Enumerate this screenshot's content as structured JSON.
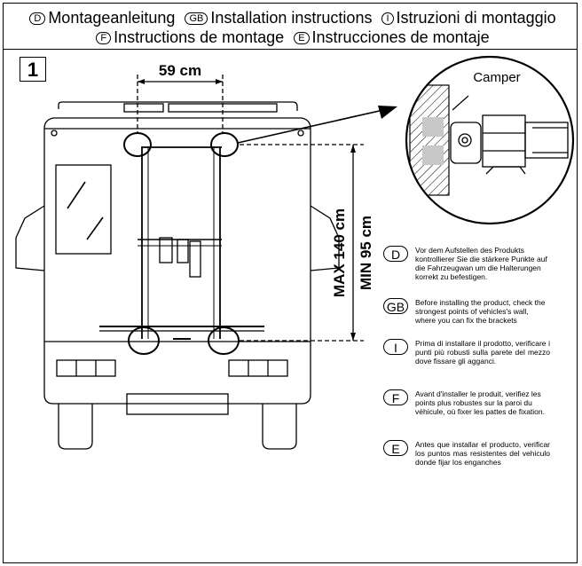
{
  "header": {
    "line1": [
      {
        "code": "D",
        "text": "Montageanleitung"
      },
      {
        "code": "GB",
        "text": "Installation instructions"
      },
      {
        "code": "I",
        "text": "Istruzioni di montaggio"
      }
    ],
    "line2": [
      {
        "code": "F",
        "text": "Instructions de montage"
      },
      {
        "code": "E",
        "text": "Instrucciones de montaje"
      }
    ]
  },
  "step": {
    "number": "1"
  },
  "dimensions": {
    "width_label": "59 cm",
    "max_label": "MAX 140 cm",
    "min_label": "MIN 95 cm"
  },
  "detail": {
    "label": "Camper"
  },
  "instructions": [
    {
      "code": "D",
      "text": "Vor dem Aufstellen des Produkts kontrollierer Sie die stärkere Punkte auf die Fahrzeugwan um die Halterungen korrekt zu befestigen."
    },
    {
      "code": "GB",
      "text": "Before installing the product, check the strongest points of vehicles's wall, where you can fix the brackets"
    },
    {
      "code": "I",
      "text": "Prima di installare il prodotto, verificare i punti più robusti sulla parete del mezzo dove fissare gli agganci."
    },
    {
      "code": "F",
      "text": "Avant d'installer le produit, verifiez les points plus robustes sur la paroi du véhicule, où fixer les pattes de fixation."
    },
    {
      "code": "E",
      "text": "Antes que installar el producto, verificar los puntos mas resistentes del vehiculo donde fijar los enganches"
    }
  ]
}
